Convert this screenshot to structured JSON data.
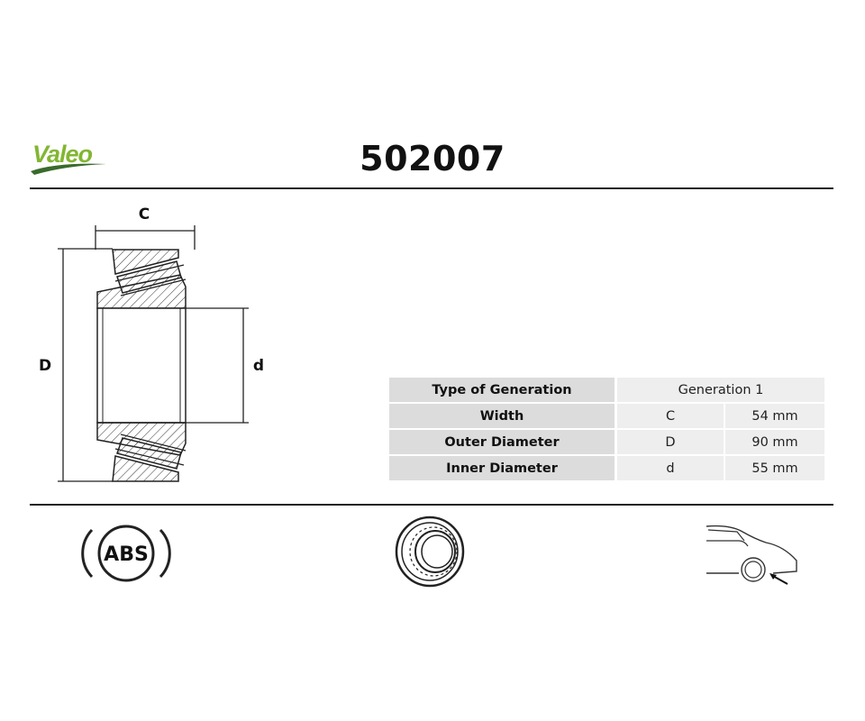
{
  "brand": {
    "name": "Valeo",
    "color": "#82B632"
  },
  "header": {
    "part_number": "502007"
  },
  "drawing": {
    "labels": {
      "width": "C",
      "outer_diameter": "D",
      "inner_diameter": "d"
    }
  },
  "specs": {
    "generation": {
      "label": "Type of Generation",
      "value": "Generation 1"
    },
    "rows": [
      {
        "label": "Width",
        "symbol": "C",
        "value": "54 mm"
      },
      {
        "label": "Outer Diameter",
        "symbol": "D",
        "value": "90 mm"
      },
      {
        "label": "Inner Diameter",
        "symbol": "d",
        "value": "55 mm"
      }
    ]
  },
  "icons": {
    "abs": {
      "name": "abs-icon",
      "text": "ABS"
    },
    "bearing": {
      "name": "bearing-icon"
    },
    "car": {
      "name": "car-wheel-position-icon"
    }
  }
}
